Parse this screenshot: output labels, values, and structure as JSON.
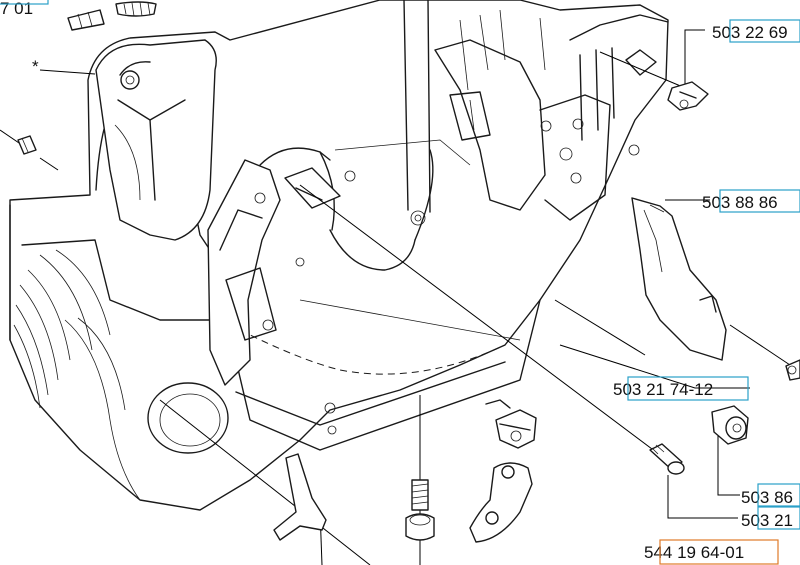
{
  "colors": {
    "box_cyan": "#2aa0c8",
    "box_orange": "#e07a28",
    "ink": "#1a1a1a"
  },
  "labels": {
    "asterisk": "*",
    "p1": "503 22 69",
    "p2": "503 88 86",
    "p3": "503 21 74-12",
    "p4": "503 86",
    "p5": "503 21",
    "p6": "544 19 64-01",
    "top_partial": "7 01"
  }
}
